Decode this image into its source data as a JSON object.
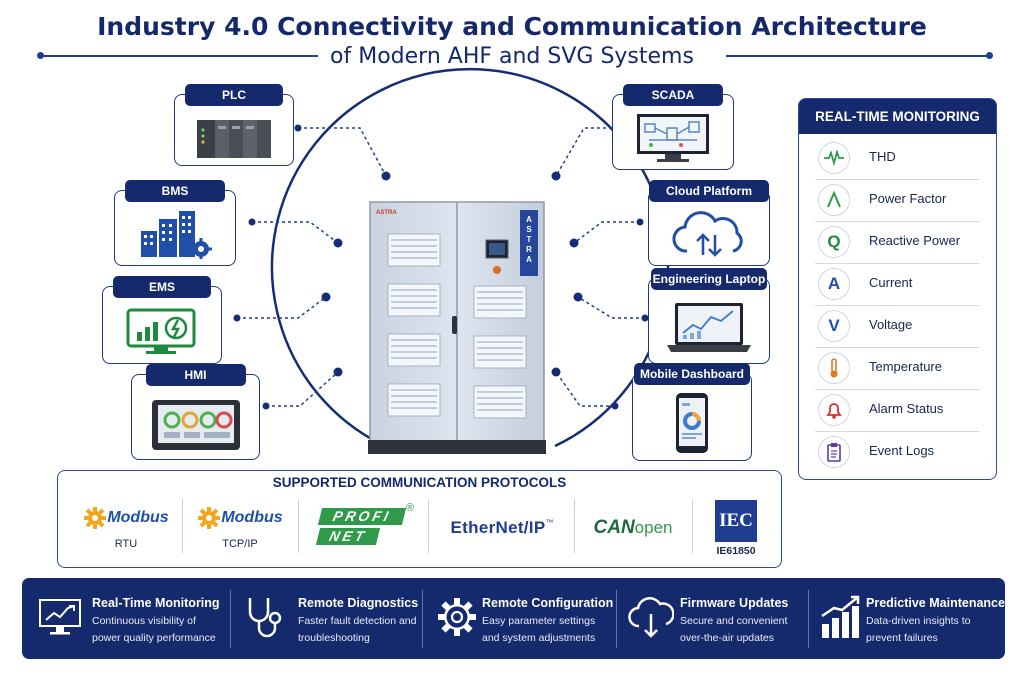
{
  "header": {
    "title": "Industry 4.0 Connectivity and Communication Architecture",
    "subtitle": "of Modern AHF and SVG Systems"
  },
  "left_devices": [
    {
      "label": "PLC",
      "icon": "plc-icon"
    },
    {
      "label": "BMS",
      "icon": "building-icon"
    },
    {
      "label": "EMS",
      "icon": "energy-monitor-icon"
    },
    {
      "label": "HMI",
      "icon": "touch-panel-icon"
    }
  ],
  "right_devices": [
    {
      "label": "SCADA",
      "icon": "scada-monitor-icon"
    },
    {
      "label": "Cloud Platform",
      "icon": "cloud-icon"
    },
    {
      "label": "Engineering Laptop",
      "icon": "laptop-icon"
    },
    {
      "label": "Mobile Dashboard",
      "icon": "smartphone-icon"
    }
  ],
  "cabinet": {
    "brand_badge": "ASTRA",
    "logo_text": "ASTRA"
  },
  "monitoring": {
    "title": "REAL-TIME MONITORING",
    "items": [
      {
        "label": "THD",
        "icon": "waveform-icon",
        "color": "#2e9a4a"
      },
      {
        "label": "Power Factor",
        "icon": "power-factor-icon",
        "color": "#2e9a4a"
      },
      {
        "label": "Reactive Power",
        "icon": "reactive-power-icon",
        "glyph": "Q",
        "color": "#1e8a3e"
      },
      {
        "label": "Current",
        "icon": "current-icon",
        "glyph": "A",
        "color": "#1f4fa8"
      },
      {
        "label": "Voltage",
        "icon": "voltage-icon",
        "glyph": "V",
        "color": "#1f4fa8"
      },
      {
        "label": "Temperature",
        "icon": "thermometer-icon",
        "color": "#e07a1f"
      },
      {
        "label": "Alarm Status",
        "icon": "bell-icon",
        "color": "#d62d2d"
      },
      {
        "label": "Event Logs",
        "icon": "clipboard-icon",
        "color": "#5a3aa8"
      }
    ]
  },
  "protocols": {
    "title": "SUPPORTED COMMUNICATION PROTOCOLS",
    "items": [
      {
        "logo": "Modbus",
        "caption": "RTU"
      },
      {
        "logo": "Modbus",
        "caption": "TCP/IP"
      },
      {
        "logo_top": "PROFI",
        "logo_bottom": "NET",
        "mark": "®"
      },
      {
        "logo": "EtherNet/IP",
        "mark": "™"
      },
      {
        "logo_a": "CAN",
        "logo_b": "open"
      },
      {
        "logo": "IEC",
        "caption": "IE61850"
      }
    ]
  },
  "features": [
    {
      "title": "Real-Time Monitoring",
      "desc": "Continuous visibility of power quality performance",
      "icon": "monitor-chart-icon"
    },
    {
      "title": "Remote Diagnostics",
      "desc": "Faster fault detection and troubleshooting",
      "icon": "stethoscope-icon"
    },
    {
      "title": "Remote Configuration",
      "desc": "Easy parameter settings and system adjustments",
      "icon": "gear-icon"
    },
    {
      "title": "Firmware Updates",
      "desc": "Secure and convenient over-the-air updates",
      "icon": "cloud-upload-icon"
    },
    {
      "title": "Predictive Maintenance",
      "desc": "Data-driven insights to prevent failures",
      "icon": "growth-chart-icon"
    }
  ],
  "colors": {
    "navy": "#142a6c",
    "accent_blue": "#1f4fa8",
    "green": "#2e9a4a",
    "modbus_orange": "#f3a51c"
  }
}
